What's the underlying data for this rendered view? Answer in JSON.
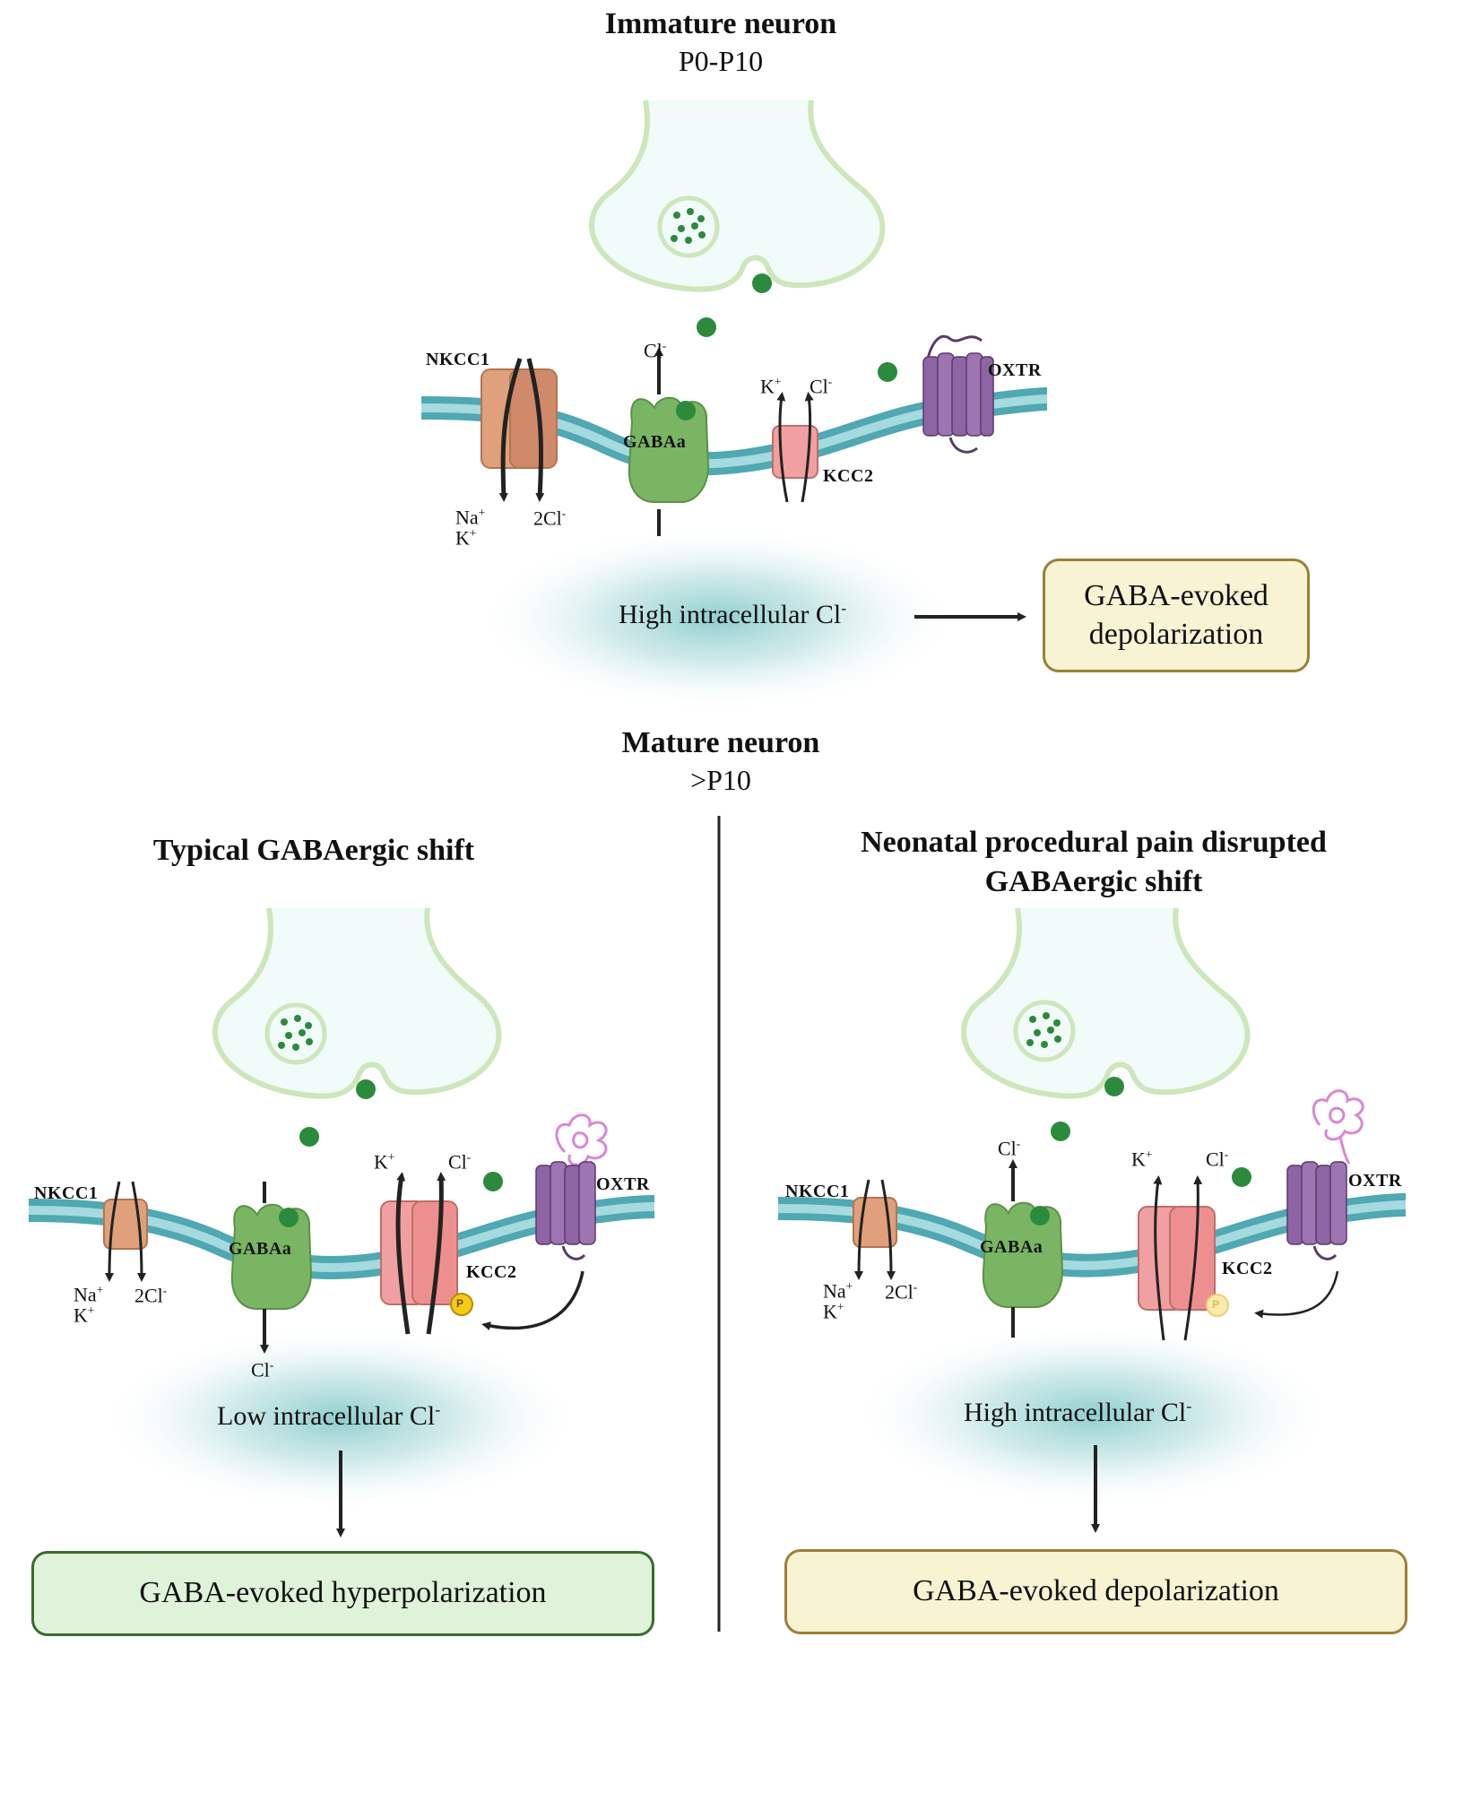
{
  "top": {
    "title": "Immature neuron",
    "subtitle": "P0-P10",
    "labels": {
      "nkcc1": "NKCC1",
      "gabaa": "GABAa",
      "kcc2": "KCC2",
      "oxtr": "OXTR",
      "na": "Na",
      "k": "K",
      "two_cl": "2Cl",
      "cl": "Cl",
      "plus": "+",
      "minus": "-"
    },
    "intracellular": "High intracellular Cl",
    "outcome": "GABA-evoked depolarization"
  },
  "mature": {
    "title": "Mature neuron",
    "subtitle": ">P10"
  },
  "left": {
    "heading": "Typical GABAergic shift",
    "intracellular": "Low intracellular Cl",
    "outcome": "GABA-evoked hyperpolarization",
    "phospho": "P"
  },
  "right": {
    "heading_line1": "Neonatal procedural pain disrupted",
    "heading_line2": "GABAergic shift",
    "intracellular": "High intracellular Cl",
    "outcome": "GABA-evoked depolarization",
    "phospho": "P"
  },
  "colors": {
    "membrane": "#5fb5bd",
    "gabaa": "#79b562",
    "kcc2": "#f0a0a0",
    "nkcc1": "#e0a07c",
    "oxtr": "#8e64a4",
    "oxytocin": "#d987d4",
    "gaba_dot": "#2c8a3c",
    "terminal_fill": "#f1fbf9",
    "terminal_stroke": "#cde6bb",
    "cloud": "#7cc5c6",
    "phospho_active": "#f5c918",
    "phospho_faded": "#fbeaa8"
  }
}
